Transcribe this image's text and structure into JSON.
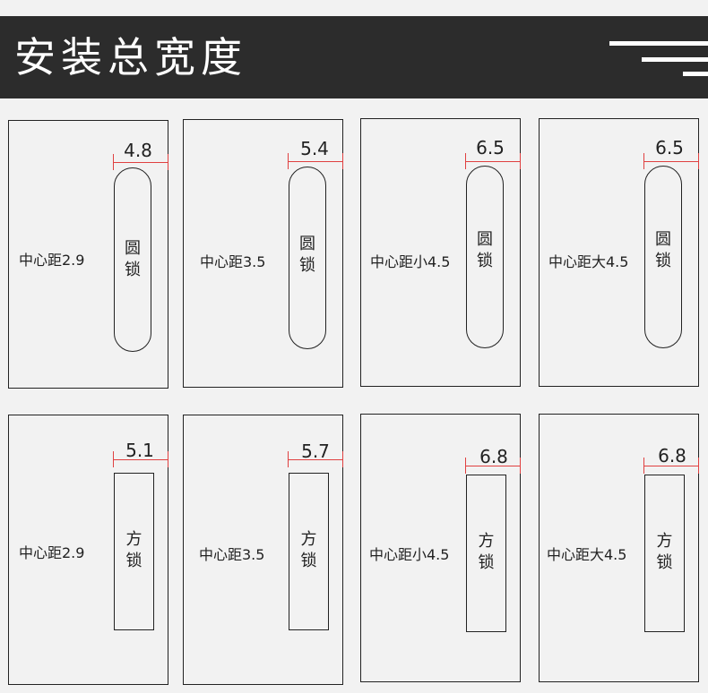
{
  "header": {
    "title": "安装总宽度"
  },
  "cards": [
    {
      "label": "中心距2.9",
      "lock_line1": "圆",
      "lock_line2": "锁",
      "width": "4.8",
      "lock_shape": "round"
    },
    {
      "label": "中心距3.5",
      "lock_line1": "圆",
      "lock_line2": "锁",
      "width": "5.4",
      "lock_shape": "round"
    },
    {
      "label": "中心距小4.5",
      "lock_line1": "圆",
      "lock_line2": "锁",
      "width": "6.5",
      "lock_shape": "round"
    },
    {
      "label": "中心距大4.5",
      "lock_line1": "圆",
      "lock_line2": "锁",
      "width": "6.5",
      "lock_shape": "round"
    },
    {
      "label": "中心距2.9",
      "lock_line1": "方",
      "lock_line2": "锁",
      "width": "5.1",
      "lock_shape": "square"
    },
    {
      "label": "中心距3.5",
      "lock_line1": "方",
      "lock_line2": "锁",
      "width": "5.7",
      "lock_shape": "square"
    },
    {
      "label": "中心距小4.5",
      "lock_line1": "方",
      "lock_line2": "锁",
      "width": "6.8",
      "lock_shape": "square"
    },
    {
      "label": "中心距大4.5",
      "lock_line1": "方",
      "lock_line2": "锁",
      "width": "6.8",
      "lock_shape": "square"
    }
  ],
  "colors": {
    "header_bg": "#2c2c2c",
    "dimension_line": "#e04040",
    "background": "#f2f2f2"
  }
}
